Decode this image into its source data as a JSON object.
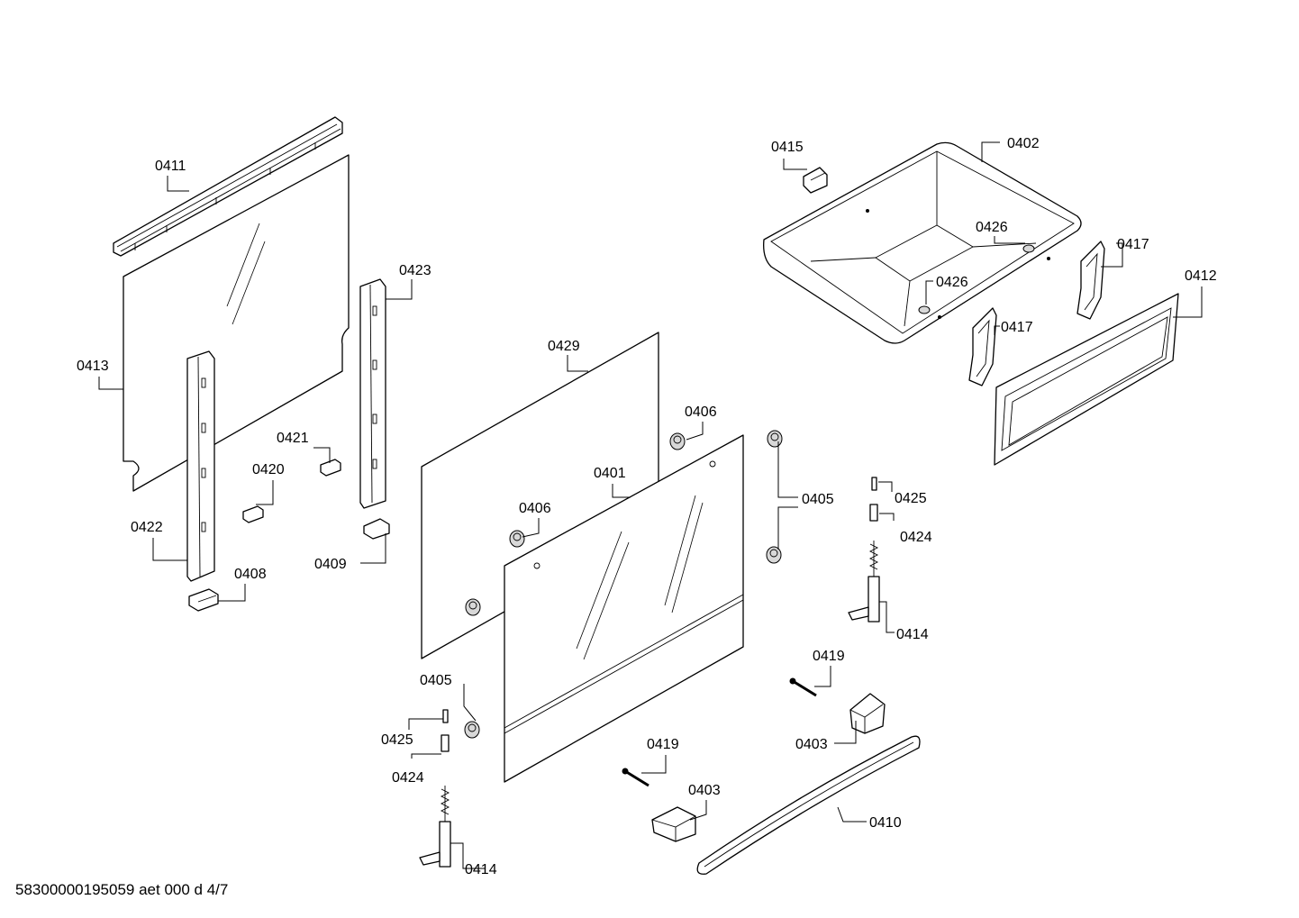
{
  "footer": {
    "code": "58300000195059 aet 000 d 4/7"
  },
  "labels": {
    "p0411": "0411",
    "p0413": "0413",
    "p0422": "0422",
    "p0408": "0408",
    "p0423": "0423",
    "p0421": "0421",
    "p0420": "0420",
    "p0409": "0409",
    "p0429": "0429",
    "p0406a": "0406",
    "p0406b": "0406",
    "p0401": "0401",
    "p0405a": "0405",
    "p0405b": "0405",
    "p0425a": "0425",
    "p0424a": "0424",
    "p0414a": "0414",
    "p0425b": "0425",
    "p0424b": "0424",
    "p0414b": "0414",
    "p0419a": "0419",
    "p0419b": "0419",
    "p0403a": "0403",
    "p0403b": "0403",
    "p0410": "0410",
    "p0415": "0415",
    "p0402": "0402",
    "p0426a": "0426",
    "p0426b": "0426",
    "p0417a": "0417",
    "p0417b": "0417",
    "p0412": "0412"
  }
}
